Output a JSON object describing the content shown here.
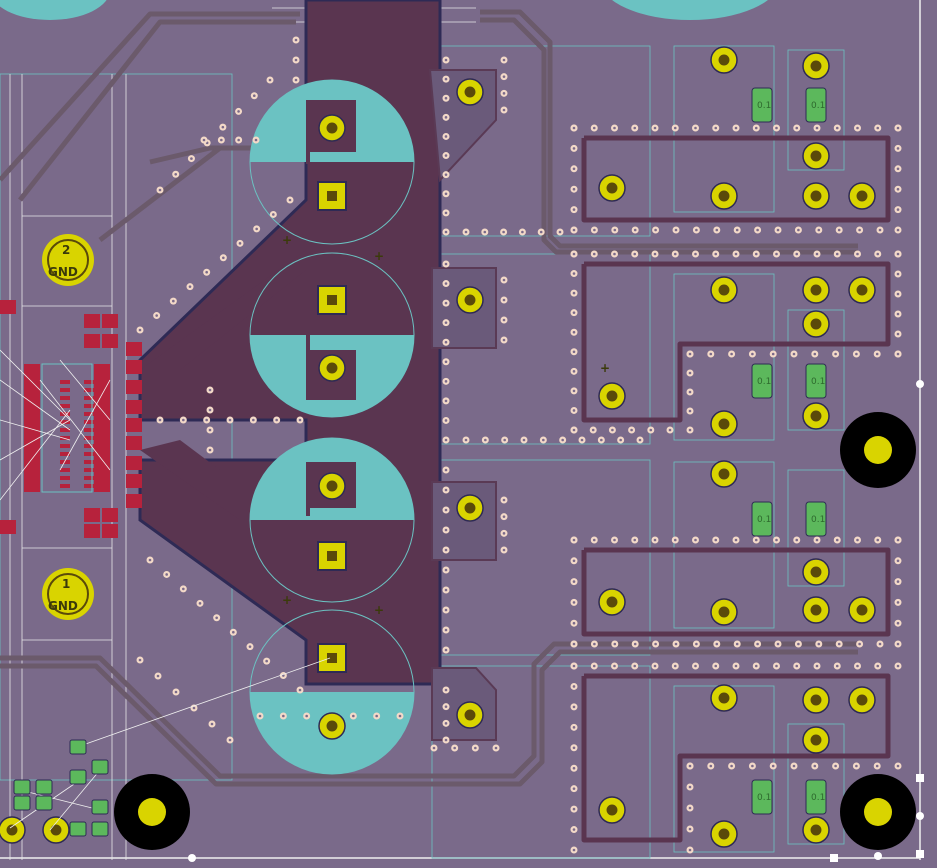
{
  "view": {
    "kind": "PCB layout editor canvas",
    "colors": {
      "board": "#7a6a8a",
      "copper_zone": "#5a3550",
      "zone_outline": "#2e2a55",
      "courtyard": "#6bc2c2",
      "pad": "#d9d400",
      "pad_hole": "#5a4a0a",
      "via_ring": "#f3d9c8",
      "trace": "#6b5a6b",
      "smd_pad": "#b7223c",
      "smd_green": "#5cb85c",
      "ratsnest": "#f0f0f0"
    }
  },
  "mounting_holes": [
    {
      "label": "2",
      "net": "GND"
    },
    {
      "label": "1",
      "net": "GND"
    }
  ],
  "capacitor_marks": [
    "+",
    "+",
    "+",
    "+",
    "+"
  ],
  "smd_component_label": "0.1",
  "icons": [
    "mounting-hole-icon",
    "pad-icon",
    "via-icon",
    "capacitor-footprint-icon"
  ]
}
